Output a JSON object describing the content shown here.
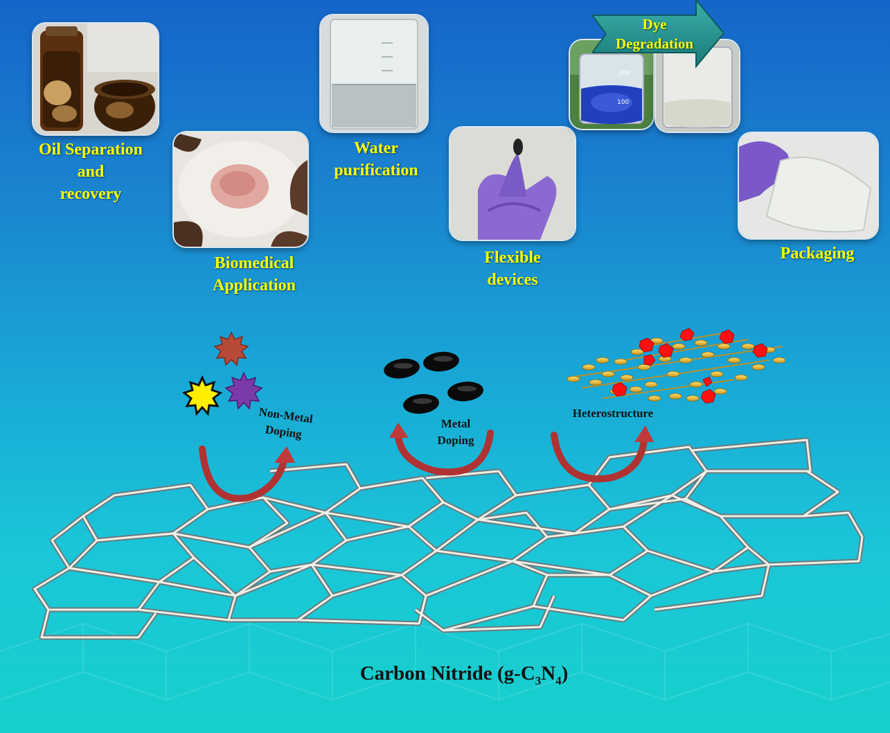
{
  "applications": {
    "oil": {
      "line1": "Oil Separation",
      "line2": "and",
      "line3": "recovery"
    },
    "water": {
      "line1": "Water",
      "line2": "purification"
    },
    "biomedical": {
      "line1": "Biomedical",
      "line2": "Application"
    },
    "flexible": {
      "line1": "Flexible",
      "line2": "devices"
    },
    "packaging": {
      "line1": "Packaging"
    },
    "dye": {
      "line1": "Dye",
      "line2": "Degradation"
    }
  },
  "modifications": {
    "non_metal": {
      "line1": "Non-Metal",
      "line2": "Doping"
    },
    "metal": {
      "line1": "Metal",
      "line2": "Doping"
    },
    "hetero": {
      "line1": "Heterostructure"
    }
  },
  "title": {
    "prefix": "Carbon Nitride (g-C",
    "sub1": "3",
    "mid": "N",
    "sub2": "4",
    "suffix": ")"
  },
  "colors": {
    "label_yellow": "#ffff00",
    "arrow_red": "#b03030",
    "background_top": "#1565c8",
    "background_bottom": "#16d0cc"
  }
}
